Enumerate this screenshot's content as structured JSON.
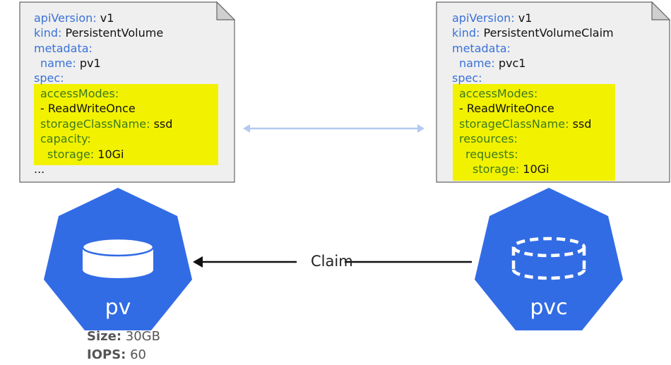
{
  "pv_doc": {
    "lines": [
      {
        "key": "apiVersion",
        "value": "v1"
      },
      {
        "key": "kind",
        "value": "PersistentVolume"
      },
      {
        "key": "metadata",
        "value": ""
      },
      {
        "key": "name",
        "value": "pv1"
      },
      {
        "key": "spec",
        "value": ""
      }
    ],
    "highlighted": [
      {
        "key": "accessModes",
        "value": ""
      },
      {
        "key": "",
        "value": "- ReadWriteOnce"
      },
      {
        "key": "storageClassName",
        "value": "ssd"
      },
      {
        "key": "capacity",
        "value": ""
      },
      {
        "key": "storage",
        "value": "10Gi"
      }
    ],
    "ellipsis": "..."
  },
  "pvc_doc": {
    "lines": [
      {
        "key": "apiVersion",
        "value": "v1"
      },
      {
        "key": "kind",
        "value": "PersistentVolumeClaim"
      },
      {
        "key": "metadata",
        "value": ""
      },
      {
        "key": "name",
        "value": "pvc1"
      },
      {
        "key": "spec",
        "value": ""
      }
    ],
    "highlighted": [
      {
        "key": "accessModes",
        "value": ""
      },
      {
        "key": "",
        "value": "- ReadWriteOnce"
      },
      {
        "key": "storageClassName",
        "value": "ssd"
      },
      {
        "key": "resources",
        "value": ""
      },
      {
        "key": "requests",
        "value": ""
      },
      {
        "key": "storage",
        "value": "10Gi"
      }
    ]
  },
  "pv_node": {
    "label": "pv",
    "icon": "disk-icon"
  },
  "pvc_node": {
    "label": "pvc",
    "icon": "dashed-disk-icon"
  },
  "claim_label": "Claim",
  "pv_specs": {
    "size_label": "Size:",
    "size_value": "30GB",
    "iops_label": "IOPS:",
    "iops_value": "60"
  },
  "colors": {
    "k8s_blue": "#326ce5",
    "highlight": "#f2f200",
    "key_blue": "#3a72d8",
    "key_green": "#3d7a1e",
    "link_arrow": "#b3c9f2"
  }
}
